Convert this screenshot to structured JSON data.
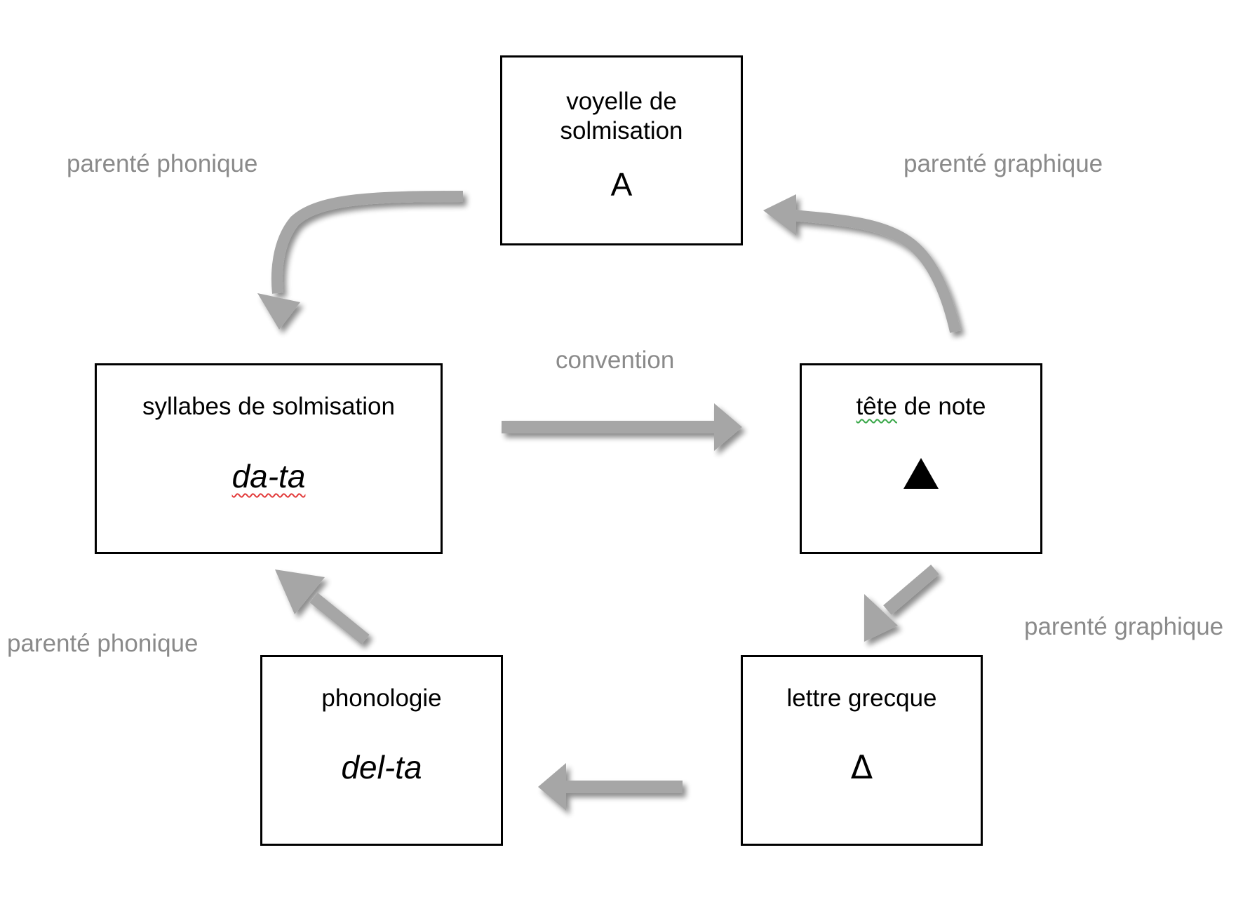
{
  "diagram": {
    "boxes": {
      "voyelle": {
        "title": "voyelle de solmisation",
        "symbol": "A"
      },
      "syllabes": {
        "title": "syllabes de solmisation",
        "symbol": "da-ta"
      },
      "tete": {
        "title_part1": "tête",
        "title_part2": " de note",
        "symbol_icon": "black-up-triangle-icon"
      },
      "phonologie": {
        "title": "phonologie",
        "symbol": "del-ta"
      },
      "lettre": {
        "title": "lettre grecque",
        "symbol": "Δ"
      }
    },
    "relations": {
      "top_left": "parenté phonique",
      "top_right": "parenté graphique",
      "center": "convention",
      "bottom_left": "parenté phonique",
      "bottom_right": "parenté graphique"
    },
    "colors": {
      "arrow": "#a6a6a6",
      "label": "#8a8a8a",
      "border": "#000000"
    }
  }
}
